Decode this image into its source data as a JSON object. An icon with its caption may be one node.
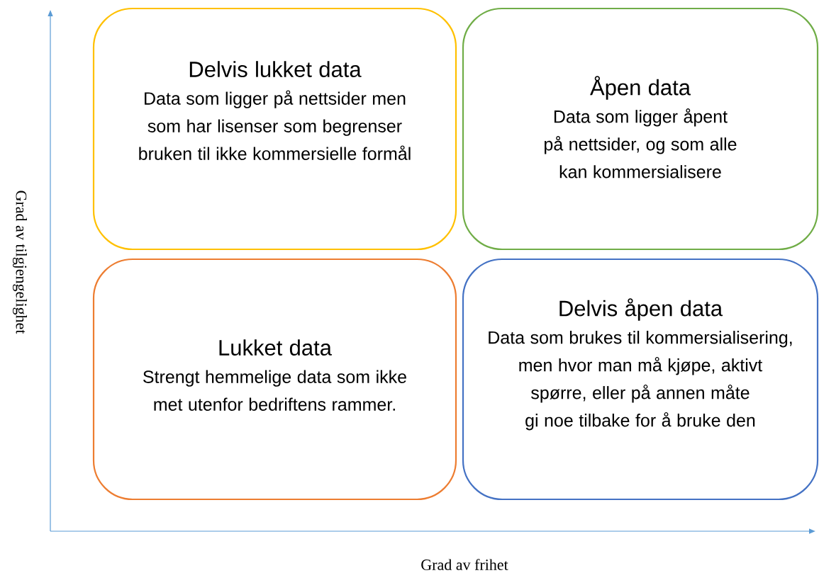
{
  "diagram": {
    "nodes": [
      {
        "text": [
          "Delvis lukket data",
          "Data som ligger på nettsider men som har lisenser som begrenser bruken til ikke kommersielle formål"
        ]
      },
      {
        "text": [
          "Åpen data",
          "Data som ligger åpent på nettsider, og som alle kan kommersialisere"
        ]
      },
      {
        "text": [
          "Lukket data",
          "Strengt hemmelige data som ikke met utenfor bedriftens rammer."
        ]
      },
      {
        "text": [
          "Delvis åpen data",
          "Data som brukes til kommersialisering, men hvor man må kjøpe, aktivt spørre, eller på annen måte gi noe tilbake for å bruke den"
        ]
      }
    ],
    "labels": [
      "Grad av tilgjengelighet",
      "Grad av frihet"
    ]
  }
}
